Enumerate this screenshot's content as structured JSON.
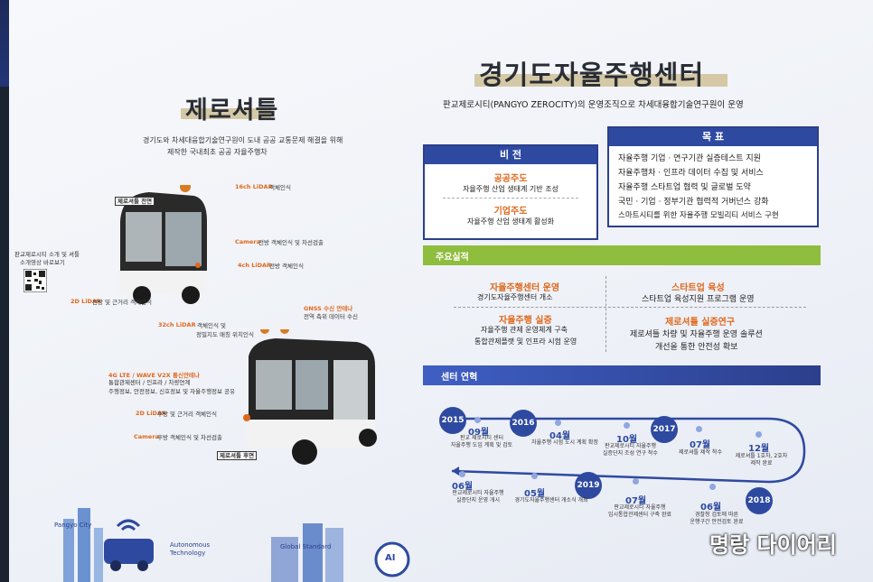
{
  "left": {
    "title": "제로셔틀",
    "subtitle1": "경기도와 차세대융합기술연구원이 도내 공공 교통문제 해결을 위해",
    "subtitle2": "제작한 국내최초 공공 자율주행차",
    "qr_text1": "판교제로시티 소개 및 셔틀",
    "qr_text2": "소개영상 바로보기",
    "front_label": "제로셔틀 전면",
    "rear_label": "제로셔틀 후면",
    "lidar16": "16ch LiDAR",
    "lidar16_desc": "객체인식",
    "camera_front": "Camera",
    "camera_front_desc": "전방 객체인식 및 차선검출",
    "lidar4": "4ch LiDAR",
    "lidar4_desc": "전방 객체인식",
    "lidar2d_front": "2D LiDAR",
    "lidar2d_front_desc": "전방 및 근거리 객체인식",
    "lidar32": "32ch LiDAR",
    "lidar32_desc1": "객체인식 및",
    "lidar32_desc2": "정밀지도 매칭 위치인식",
    "gnss": "GNSS 수신 안테나",
    "gnss_desc": "전역 측위 데이터 수신",
    "v2x": "4G LTE / WAVE V2X 통신안테나",
    "v2x_desc1": "통합관제센터 / 인프라 / 차량연계",
    "v2x_desc2": "주행정보, 안전정보, 신호정보 및 자율주행정보 공유",
    "lidar2d_rear": "2D LiDAR",
    "lidar2d_rear_desc": "후방 및 근거리 객체인식",
    "camera_rear": "Camera",
    "camera_rear_desc": "후방 객체인식 및 차선검출",
    "pangyo_city": "Pangyo City",
    "autonomous": "Autonomous",
    "technology": "Technology",
    "global_standard": "Global Standard",
    "ai": "AI"
  },
  "right": {
    "title": "경기도자율주행센터",
    "subtitle": "판교제로시티(PANGYO ZEROCITY)의 운영조직으로 차세대융합기술연구원이 운영",
    "vision": {
      "head": "비 전",
      "item1_title": "공공주도",
      "item1_desc": "자율주행 산업 생태계 기반 조성",
      "item2_title": "기업주도",
      "item2_desc": "자율주행 산업 생태계 활성화"
    },
    "goal": {
      "head": "목 표",
      "items": [
        "자율주행 기업 · 연구기관 실증테스트 지원",
        "자율주행차 · 인프라 데이터 수집 및 서비스",
        "자율주행 스타트업 협력 및 글로벌 도약",
        "국민 · 기업 · 정부기관 협력적 거버넌스 강화",
        "스마트시티를 위한 자율주행 모빌리티 서비스 구현"
      ]
    },
    "achievements": {
      "head": "주요실적",
      "a1_title": "자율주행센터 운영",
      "a1_desc": "경기도자율주행센터 개소",
      "a2_title": "스타트업 육성",
      "a2_desc": "스타트업 육성지원 프로그램 운영",
      "a3_title": "자율주행 실증",
      "a3_desc1": "자율주행 관제 운영체계 구축",
      "a3_desc2": "통합관제플랫 및 인프라 시험 운영",
      "a4_title": "제로셔틀 실증연구",
      "a4_desc1": "제로셔틀 차량 및 자율주행 운영 솔루션",
      "a4_desc2": "개선을 통한 안전성 확보"
    },
    "history": {
      "head": "센터 연혁",
      "years": [
        "2015",
        "2016",
        "2017",
        "2018",
        "2019"
      ],
      "top_row": [
        {
          "month": "09월",
          "desc": "판교 제로시티 센터\n자율주행 도입 계획 및 검토"
        },
        {
          "month": "04월",
          "desc": "자율주행 시험 도시 계획 확정"
        },
        {
          "month": "10월",
          "desc": "판교제로시티 자율주행\n실증단지 조성 연구 착수"
        },
        {
          "month": "07월",
          "desc": "제로셔틀 제작 착수"
        },
        {
          "month": "12월",
          "desc": "제로셔틀 1호차, 2호차\n제작 완료"
        }
      ],
      "bottom_row": [
        {
          "month": "06월",
          "desc": "판교제로시티 자율주행\n실증단지 운영 개시"
        },
        {
          "month": "05월",
          "desc": "경기도자율주행센터 개소식 개최"
        },
        {
          "month": "07월",
          "desc": "판교제로시티 자율주행\n임시통합관제센터 구축 완료"
        },
        {
          "month": "06월",
          "desc": "경찰청 검토에 따른\n운행구간 안전검토 완료"
        }
      ]
    }
  },
  "watermark": "명랑 다이어리"
}
